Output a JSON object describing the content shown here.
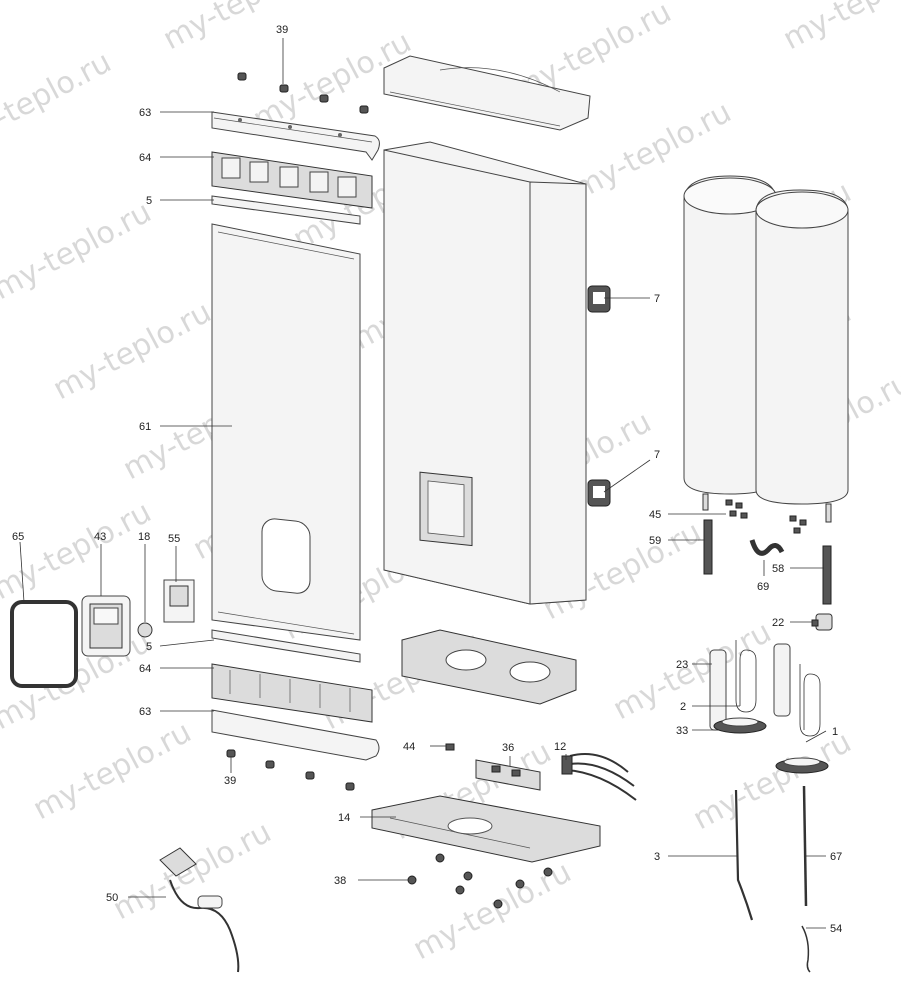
{
  "watermark": {
    "text": "my-teplo.ru",
    "color": "#9a9a9a"
  },
  "callouts": [
    {
      "id": "39-top",
      "text": "39"
    },
    {
      "id": "63-top",
      "text": "63"
    },
    {
      "id": "64-top",
      "text": "64"
    },
    {
      "id": "5-top",
      "text": "5"
    },
    {
      "id": "61",
      "text": "61"
    },
    {
      "id": "7-upper",
      "text": "7"
    },
    {
      "id": "7-lower",
      "text": "7"
    },
    {
      "id": "65",
      "text": "65"
    },
    {
      "id": "43",
      "text": "43"
    },
    {
      "id": "18",
      "text": "18"
    },
    {
      "id": "55",
      "text": "55"
    },
    {
      "id": "5-bottom",
      "text": "5"
    },
    {
      "id": "64-bottom",
      "text": "64"
    },
    {
      "id": "63-bottom",
      "text": "63"
    },
    {
      "id": "39-bottom",
      "text": "39"
    },
    {
      "id": "45",
      "text": "45"
    },
    {
      "id": "59",
      "text": "59"
    },
    {
      "id": "69",
      "text": "69"
    },
    {
      "id": "58",
      "text": "58"
    },
    {
      "id": "22",
      "text": "22"
    },
    {
      "id": "23",
      "text": "23"
    },
    {
      "id": "2",
      "text": "2"
    },
    {
      "id": "33",
      "text": "33"
    },
    {
      "id": "1",
      "text": "1"
    },
    {
      "id": "44",
      "text": "44"
    },
    {
      "id": "36",
      "text": "36"
    },
    {
      "id": "12",
      "text": "12"
    },
    {
      "id": "14",
      "text": "14"
    },
    {
      "id": "38",
      "text": "38"
    },
    {
      "id": "3",
      "text": "3"
    },
    {
      "id": "67",
      "text": "67"
    },
    {
      "id": "50",
      "text": "50"
    },
    {
      "id": "54",
      "text": "54"
    }
  ]
}
